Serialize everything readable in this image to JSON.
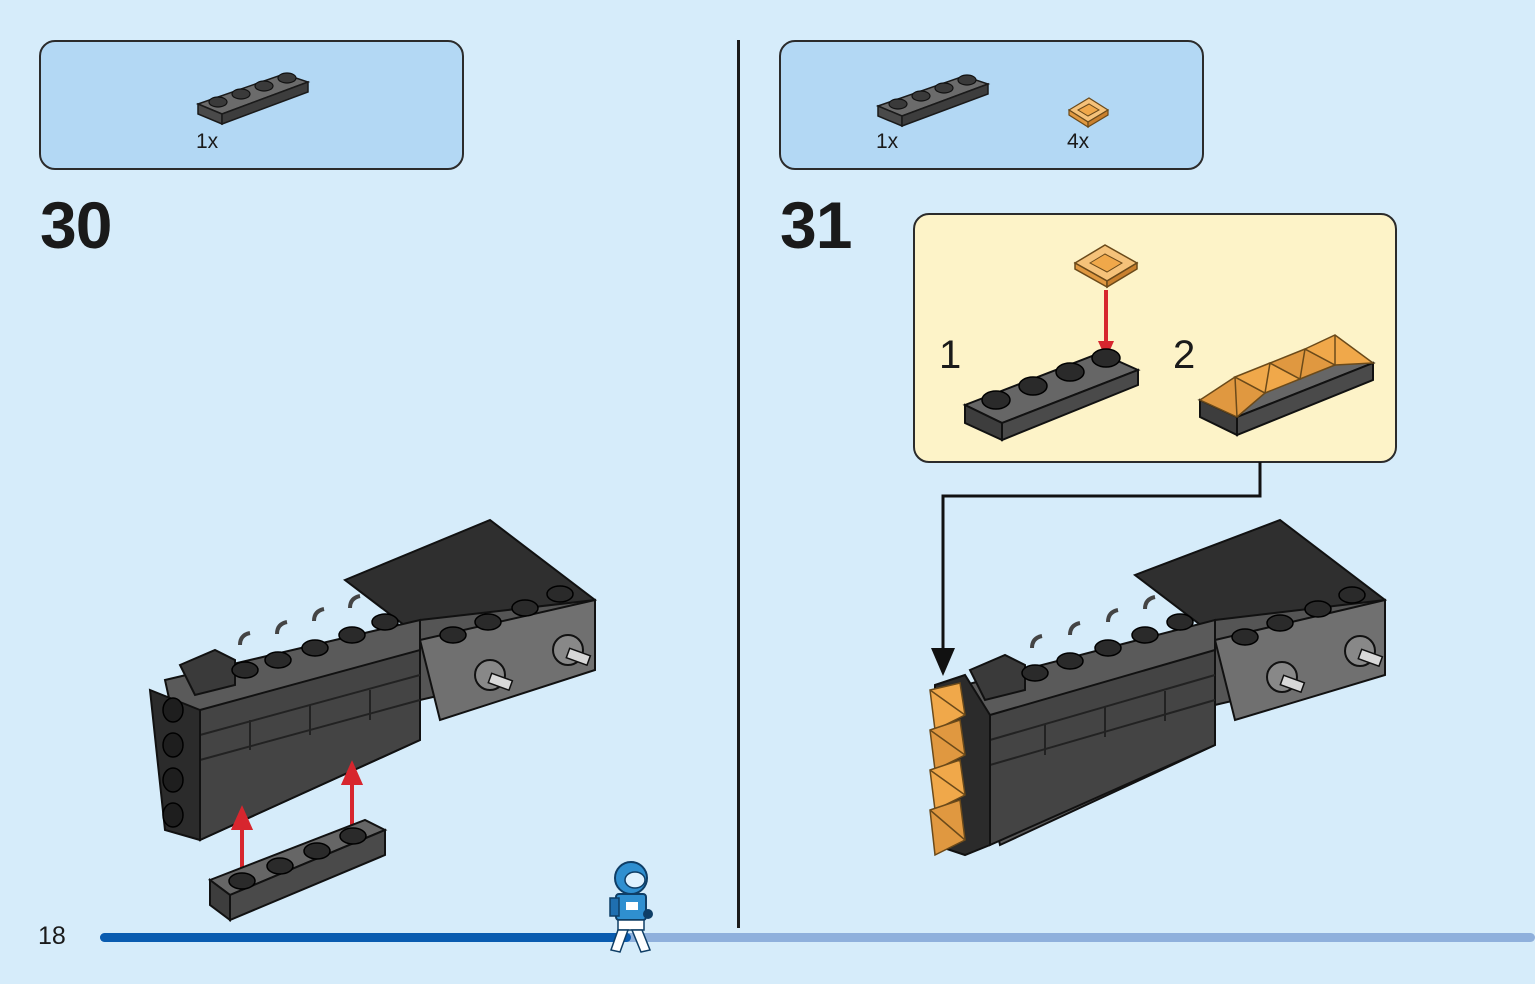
{
  "page": {
    "page_number": "18",
    "progress_fraction": 0.37
  },
  "step_30": {
    "step_number": "30",
    "parts": [
      {
        "name": "dark-gray-plate-1x4",
        "qty": "1x"
      }
    ]
  },
  "step_31": {
    "step_number": "31",
    "parts": [
      {
        "name": "dark-gray-plate-1x4",
        "qty": "1x"
      },
      {
        "name": "trans-orange-tile-pyramid",
        "qty": "4x"
      }
    ],
    "substeps": [
      {
        "number": "1"
      },
      {
        "number": "2"
      }
    ]
  },
  "colors": {
    "background": "#d6ecfa",
    "parts_box": "#b3d8f4",
    "sub_box": "#fdf3c8",
    "arrow_red": "#d7262e",
    "progress_done": "#0a5cb0",
    "progress_todo": "#8fb0dc",
    "dark_gray": "#555555",
    "black": "#2a2a2a",
    "trans_orange": "#f0a84a"
  }
}
